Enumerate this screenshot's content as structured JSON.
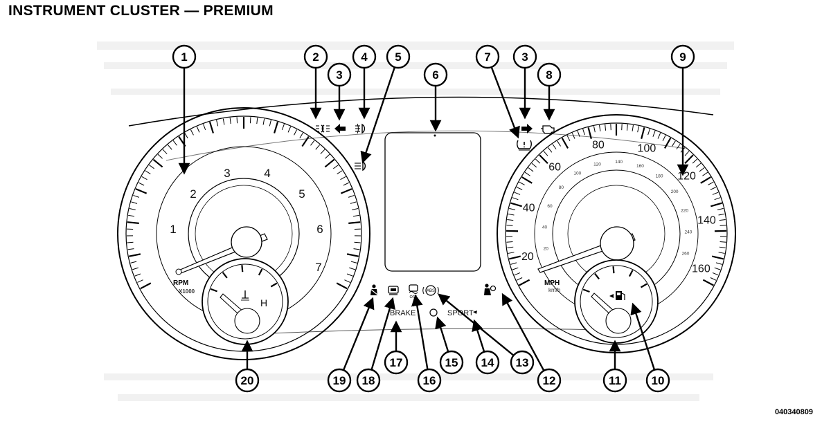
{
  "title": "INSTRUMENT CLUSTER — PREMIUM",
  "figure_id": "040340809",
  "tachometer": {
    "numbers": [
      "1",
      "2",
      "3",
      "4",
      "5",
      "6",
      "7"
    ],
    "unit_label": "RPM",
    "multiplier_label": "X1000"
  },
  "temp_gauge": {
    "hot_label": "H"
  },
  "speedometer": {
    "mph_numbers": [
      "20",
      "40",
      "60",
      "80",
      "100",
      "120",
      "140",
      "160"
    ],
    "kmh_numbers": [
      "20",
      "40",
      "60",
      "80",
      "100",
      "120",
      "140",
      "160",
      "180",
      "200",
      "220",
      "240",
      "260"
    ],
    "unit_label": "MPH",
    "sub_unit_label": "km/h"
  },
  "indicators": {
    "brake_label": "BRAKE",
    "sport_label": "SPORT",
    "abs_label": "ABS",
    "esc_off_label": "OFF"
  },
  "icons": [
    "parking-lights-icon",
    "turn-signal-left-icon",
    "front-fog-light-icon",
    "high-beam-icon",
    "tire-pressure-icon",
    "turn-signal-right-icon",
    "check-engine-icon",
    "seatbelt-icon",
    "security-icon",
    "esc-icon",
    "esc-off-icon",
    "abs-icon",
    "airbag-icon",
    "fuel-pump-icon",
    "coolant-temp-icon"
  ],
  "callouts": [
    "1",
    "2",
    "3",
    "4",
    "5",
    "6",
    "7",
    "3",
    "8",
    "9",
    "10",
    "11",
    "12",
    "13",
    "14",
    "15",
    "16",
    "17",
    "18",
    "19",
    "20"
  ],
  "colors": {
    "line": "#000000",
    "background": "#ffffff"
  }
}
